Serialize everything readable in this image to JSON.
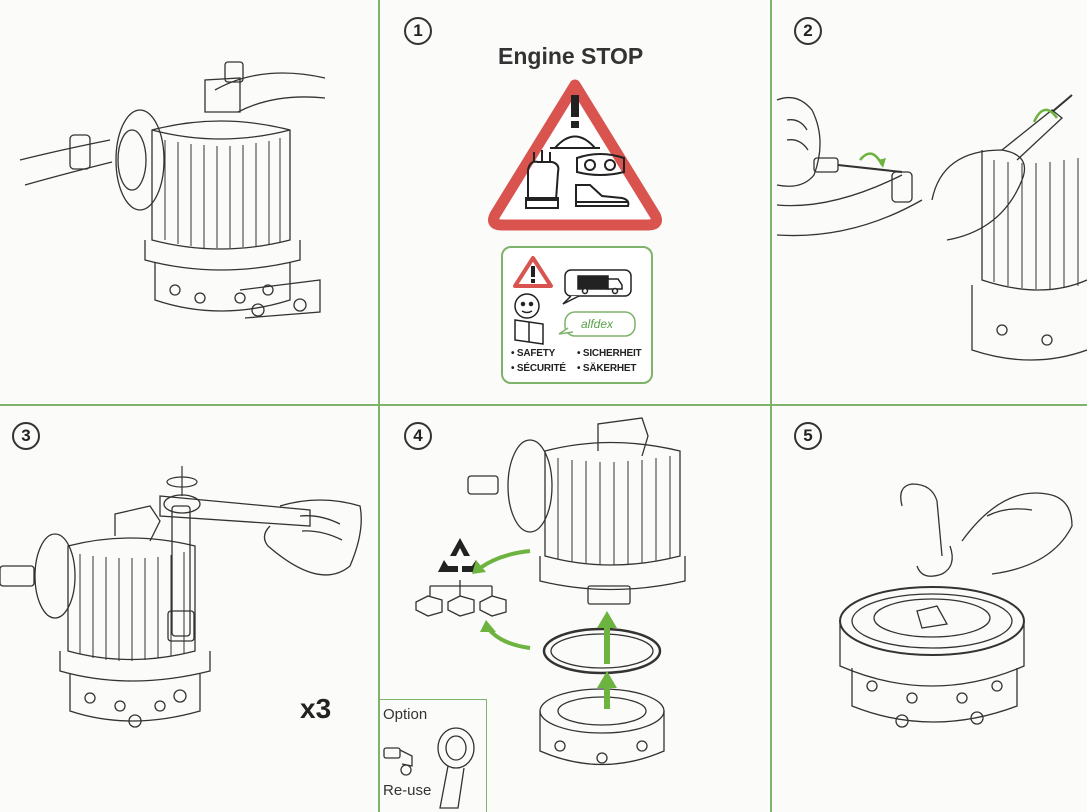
{
  "steps": {
    "s1": "1",
    "s2": "2",
    "s3": "3",
    "s4": "4",
    "s5": "5"
  },
  "panel1": {
    "title": "Engine STOP"
  },
  "safety": {
    "brand": "alfdex",
    "words": [
      "• SAFETY",
      "• SICHERHEIT",
      "• SÉCURITÉ",
      "• SÄKERHET"
    ]
  },
  "panel3": {
    "multiplier": "x3"
  },
  "panel4": {
    "option_label": "Option",
    "reuse_label": "Re-use"
  },
  "colors": {
    "grid_line": "#7fb26a",
    "warning_red": "#d9534f",
    "arrow_green": "#6db33f"
  },
  "icons": [
    "recycle-icon",
    "warning-triangle-icon",
    "truck-icon",
    "hard-hat-icon",
    "gloves-icon",
    "goggles-icon",
    "safety-shoes-icon"
  ]
}
